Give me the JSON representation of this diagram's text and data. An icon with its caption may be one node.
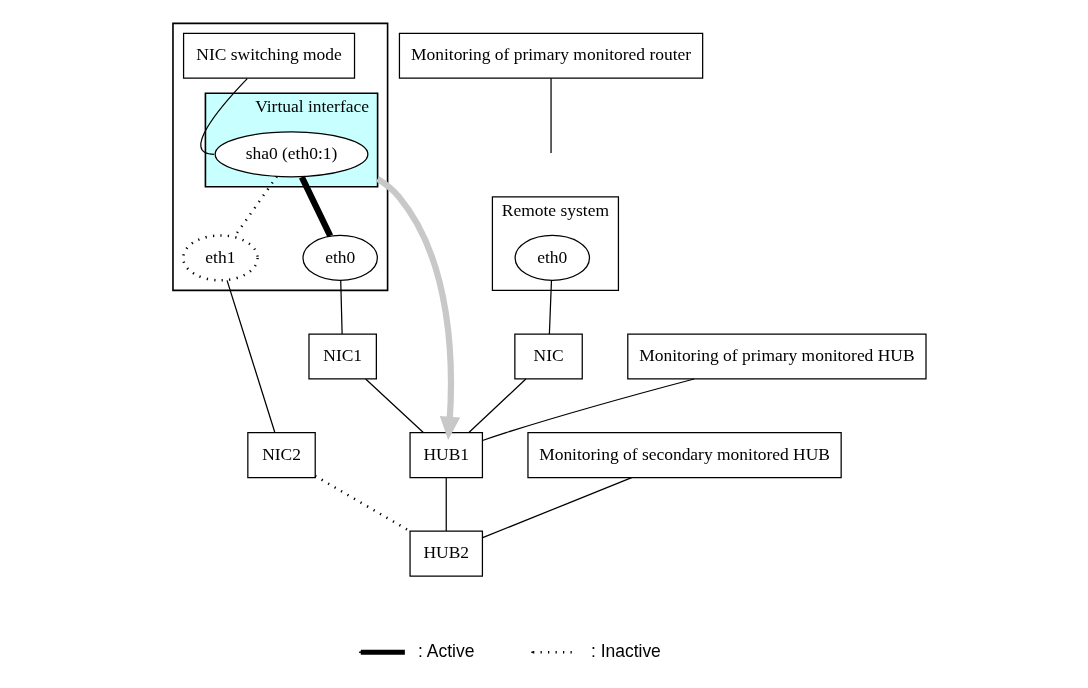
{
  "diagram": {
    "nodes": [
      {
        "text": [],
        "shape": "box"
      },
      {
        "text": [
          "Monitoring of primary monitored router"
        ]
      },
      {
        "text": [
          "NIC switching mode"
        ],
        "in": 0
      },
      {
        "text": [
          "Virtual interface"
        ],
        "in": 0
      },
      {
        "text": [
          "sha0 (eth0:1)"
        ],
        "in": 3
      },
      {
        "text": [
          "eth0"
        ],
        "in": 0
      },
      {
        "text": [
          "eth1"
        ],
        "in": 0
      },
      {
        "text": [
          "NIC1"
        ]
      },
      {
        "text": [
          "NIC2"
        ]
      },
      {
        "text": [
          "Remote system"
        ]
      },
      {
        "text": [
          "eth0"
        ],
        "in": 9
      },
      {
        "text": [
          "NIC"
        ]
      },
      {
        "text": [
          "HUB1"
        ]
      },
      {
        "text": [
          "HUB2"
        ]
      },
      {
        "text": [
          "Monitoring of primary monitored HUB"
        ]
      },
      {
        "text": [
          "Monitoring of secondary monitored HUB"
        ]
      }
    ],
    "edges": [
      {
        "from": 4,
        "to": 5,
        "arrow": "none",
        "style": "thick"
      },
      {
        "from": 4,
        "to": 6,
        "arrow": "none",
        "style": "dashed"
      },
      {
        "from": 5,
        "to": 7,
        "arrow": "none"
      },
      {
        "from": 6,
        "to": 8,
        "arrow": "none"
      },
      {
        "from": 10,
        "to": 11,
        "arrow": "none"
      },
      {
        "from": 7,
        "to": 12,
        "arrow": "none"
      },
      {
        "from": 8,
        "to": 13,
        "arrow": "none",
        "style": "dashed"
      },
      {
        "from": 11,
        "to": 12,
        "arrow": "none"
      },
      {
        "from": 12,
        "to": 13,
        "arrow": "none"
      },
      {
        "from": 3,
        "to": 12,
        "arrow": "to",
        "style": "thick",
        "color": "#c8c8c8"
      },
      {
        "from": 1,
        "to": null,
        "arrow": "none"
      },
      {
        "from": 2,
        "to": 4,
        "arrow": "none"
      },
      {
        "from": 14,
        "to": 12,
        "arrow": "none"
      },
      {
        "from": 15,
        "to": 13,
        "arrow": "none"
      }
    ],
    "legend": [
      {
        "text": ": Active"
      },
      {
        "text": ": Inactive"
      }
    ]
  }
}
